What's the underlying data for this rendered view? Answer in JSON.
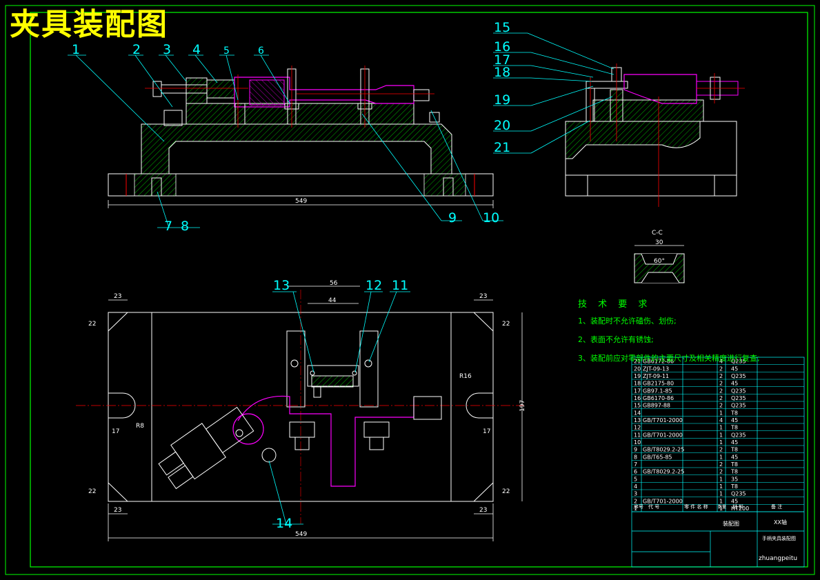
{
  "drawing_title": "夹具装配图",
  "part_labels": [
    "1",
    "2",
    "3",
    "4",
    "5",
    "6",
    "7",
    "8",
    "9",
    "10",
    "11",
    "12",
    "13",
    "14",
    "15",
    "16",
    "17",
    "18",
    "19",
    "20",
    "21"
  ],
  "section_label": "C-C",
  "dimensions": {
    "front_length": "549",
    "plan_length": "549",
    "plan_height": "197",
    "slot_56": "56",
    "slot_44": "44",
    "margin_23": "23",
    "margin_22": "22",
    "edge_17": "17",
    "radius_r16": "R16",
    "radius_r8": "R8",
    "section_30": "30",
    "section_60": "60°"
  },
  "tech_requirements": {
    "heading": "技 术 要 求",
    "items": [
      "1、装配时不允许磕伤、划伤;",
      "2、表面不允许有锈蚀;",
      "3、装配前应对零部件的主要尺寸及相关精度进行复查;"
    ]
  },
  "parts_list": [
    {
      "no": "21",
      "code": "GB6172-86",
      "name": "",
      "qty": "4",
      "material": "Q235"
    },
    {
      "no": "20",
      "code": "ZJT-09-13",
      "name": "",
      "qty": "2",
      "material": "45"
    },
    {
      "no": "19",
      "code": "ZJT-09-11",
      "name": "",
      "qty": "2",
      "material": "Q235"
    },
    {
      "no": "18",
      "code": "GB2175-80",
      "name": "",
      "qty": "2",
      "material": "45"
    },
    {
      "no": "17",
      "code": "GB97.1-85",
      "name": "",
      "qty": "2",
      "material": "Q235"
    },
    {
      "no": "16",
      "code": "GB6170-86",
      "name": "",
      "qty": "2",
      "material": "Q235"
    },
    {
      "no": "15",
      "code": "GB897-88",
      "name": "",
      "qty": "2",
      "material": "Q235"
    },
    {
      "no": "14",
      "code": "",
      "name": "",
      "qty": "1",
      "material": "T8"
    },
    {
      "no": "13",
      "code": "GB/T701-2000",
      "name": "",
      "qty": "4",
      "material": "45"
    },
    {
      "no": "12",
      "code": "",
      "name": "",
      "qty": "1",
      "material": "T8"
    },
    {
      "no": "11",
      "code": "GB/T701-2000",
      "name": "",
      "qty": "1",
      "material": "Q235"
    },
    {
      "no": "10",
      "code": "",
      "name": "",
      "qty": "1",
      "material": "45"
    },
    {
      "no": "9",
      "code": "GB/T8029.2-25",
      "name": "",
      "qty": "2",
      "material": "T8"
    },
    {
      "no": "8",
      "code": "GB/T65-85",
      "name": "",
      "qty": "1",
      "material": "45"
    },
    {
      "no": "7",
      "code": "",
      "name": "",
      "qty": "2",
      "material": "T8"
    },
    {
      "no": "6",
      "code": "GB/T8029.2-25",
      "name": "",
      "qty": "2",
      "material": "T8"
    },
    {
      "no": "5",
      "code": "",
      "name": "",
      "qty": "1",
      "material": "35"
    },
    {
      "no": "4",
      "code": "",
      "name": "",
      "qty": "1",
      "material": "T8"
    },
    {
      "no": "3",
      "code": "",
      "name": "",
      "qty": "1",
      "material": "Q235"
    },
    {
      "no": "2",
      "code": "GB/T701-2000",
      "name": "",
      "qty": "1",
      "material": "45"
    },
    {
      "no": "1",
      "code": "",
      "name": "",
      "qty": "1",
      "material": "HT200"
    }
  ],
  "parts_header": {
    "no": "序号",
    "code": "代 号",
    "name": "零 件 名 称",
    "qty": "数量",
    "material": "材 料",
    "note": "备 注"
  },
  "title_block": {
    "company": "XX轴",
    "drawing_name": "装配图",
    "product_name": "手柄夹具装配图",
    "watermark": "zhuangpeitu"
  },
  "colors": {
    "background": "#000000",
    "outline": "#ffffff",
    "hatch": "#00ff00",
    "clamp": "#ff00ff",
    "leader": "#00ffff",
    "center": "#ff0000",
    "title": "#ffff00",
    "frame": "#00ff00"
  }
}
